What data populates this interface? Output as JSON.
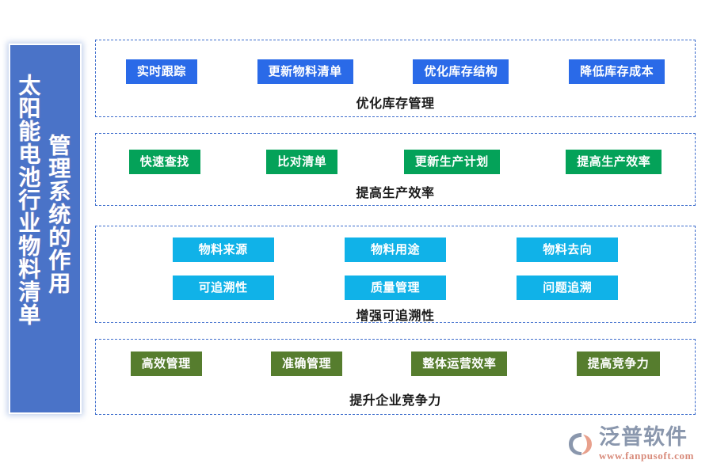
{
  "banner": {
    "title_main": "太阳能电池行业物料清单",
    "title_sub": "管理系统的作用",
    "background_color": "#4a73c8"
  },
  "sections": [
    {
      "id": "section-1",
      "label": "优化库存管理",
      "accent_color": "#2a6ae8",
      "chips": [
        "实时跟踪",
        "更新物料清单",
        "优化库存结构",
        "降低库存成本"
      ]
    },
    {
      "id": "section-2",
      "label": "提高生产效率",
      "accent_color": "#04a259",
      "chips": [
        "快速查找",
        "比对清单",
        "更新生产计划",
        "提高生产效率"
      ]
    },
    {
      "id": "section-3",
      "label": "增强可追溯性",
      "accent_color": "#10b2e8",
      "chips_row_1": [
        "物料来源",
        "物料用途",
        "物料去向"
      ],
      "chips_row_2": [
        "可追溯性",
        "质量管理",
        "问题追溯"
      ]
    },
    {
      "id": "section-4",
      "label": "提升企业竞争力",
      "accent_color": "#567d2e",
      "chips": [
        "高效管理",
        "准确管理",
        "整体运营效率",
        "提高竞争力"
      ]
    }
  ],
  "footer": {
    "logo_icon": "fanpu-swoosh-logo-icon",
    "logo_name": "泛普软件",
    "logo_url": "www.fanpusoft.com",
    "logo_name_color": "#8a97ad",
    "logo_url_color": "#d88a7a"
  }
}
